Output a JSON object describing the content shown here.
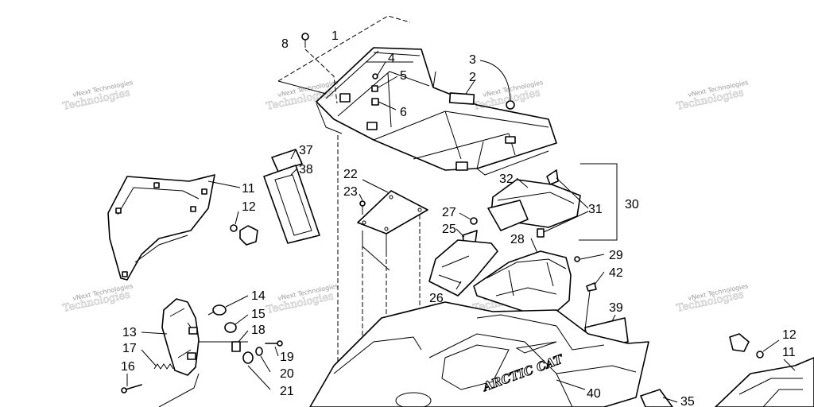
{
  "watermark": {
    "small": "vNext Technologies",
    "large": "Technologies"
  },
  "decal_text": "ARCTIC CAT",
  "callouts": {
    "c1": "1",
    "c2": "2",
    "c3": "3",
    "c4": "4",
    "c5": "5",
    "c6": "6",
    "c8": "8",
    "c11a": "11",
    "c11b": "11",
    "c12a": "12",
    "c12b": "12",
    "c13": "13",
    "c14": "14",
    "c15": "15",
    "c16": "16",
    "c17": "17",
    "c18": "18",
    "c19": "19",
    "c20": "20",
    "c21": "21",
    "c22": "22",
    "c23": "23",
    "c25": "25",
    "c26": "26",
    "c27": "27",
    "c28": "28",
    "c29": "29",
    "c30": "30",
    "c31": "31",
    "c32": "32",
    "c35": "35",
    "c37": "37",
    "c38": "38",
    "c39": "39",
    "c40": "40",
    "c42": "42"
  },
  "colors": {
    "line": "#000000",
    "background": "#ffffff",
    "watermark": "#9a9a9a"
  }
}
